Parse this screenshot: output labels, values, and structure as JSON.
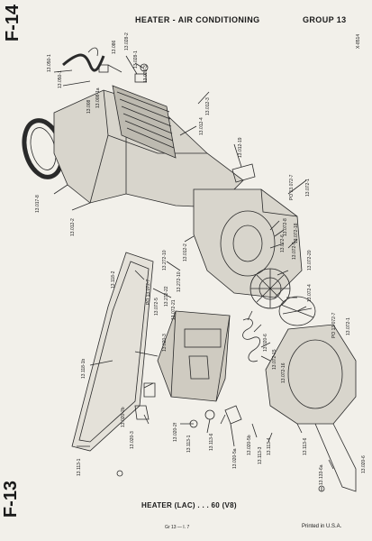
{
  "header": {
    "tab_top": "F-14",
    "title": "HEATER - AIR CONDITIONING",
    "group": "GROUP 13",
    "ref_code": "X-8514"
  },
  "figure": {
    "caption": "HEATER (LAC) . . . 60 (V8)",
    "footer_code": "Gr 13 — I. 7",
    "printed": "Printed in U.S.A.",
    "tab_bottom": "F-13"
  },
  "part_labels": [
    "13.050-1",
    "13.050-1",
    "13.086",
    "13.028-2",
    "13.028-1",
    "13.028-3",
    "13.008",
    "13.008-1a",
    "13.012-3",
    "13.012-4",
    "13.012-19",
    "13.017-8",
    "13.012-2",
    "13.072-1",
    "PO 13.072-7",
    "13.072-18",
    "13.072-8",
    "13.072-5",
    "13.072-6",
    "13.072-20",
    "13.012-2",
    "13.272-10",
    "13.272-10",
    "13.272-22",
    "13.118-2",
    "PO 13.072-7",
    "13.072-5",
    "13.072-21",
    "13.020-3",
    "13.072-4",
    "PO 13.072-7",
    "13.072-1",
    "13.020-6",
    "13.072-15",
    "13.072-16",
    "13.118-1b",
    "13.020-2b",
    "13.020-3",
    "13.113-1",
    "13.113-3",
    "13.113-6",
    "13.020-5a",
    "13.020-5b",
    "13.113-4",
    "13.113-1",
    "13.133-6a",
    "13.113-6",
    "13.020-2f",
    "13.020-6"
  ]
}
